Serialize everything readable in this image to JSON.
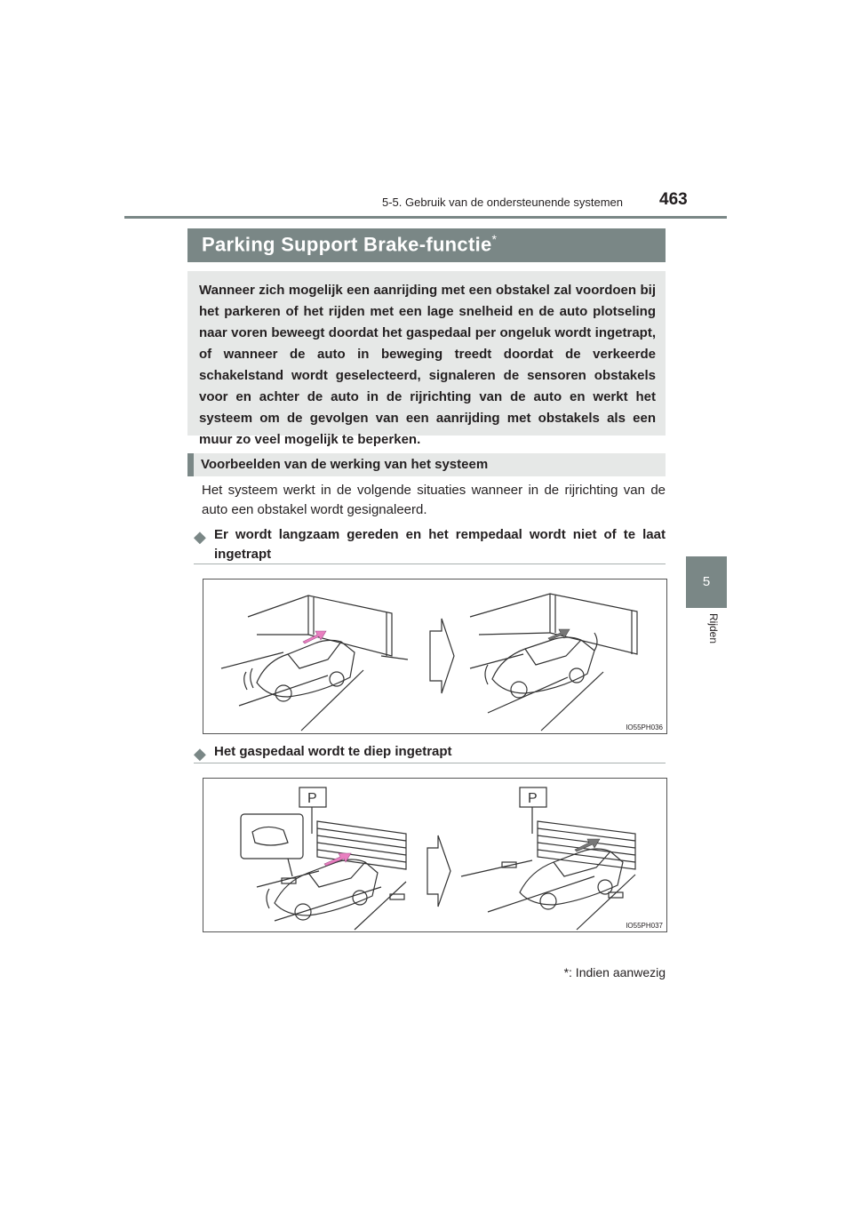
{
  "header": {
    "section": "5-5. Gebruik van de ondersteunende systemen",
    "page_number": "463"
  },
  "side_tab": {
    "number": "5",
    "label": "Rijden"
  },
  "title": {
    "text": "Parking Support Brake-functie",
    "mark": "*"
  },
  "intro": "Wanneer zich mogelijk een aanrijding met een obstakel zal voordoen bij het parkeren of het rijden met een lage snelheid en de auto plotseling naar voren beweegt doordat het gaspedaal per ongeluk wordt ingetrapt, of wanneer de auto in beweging treedt doordat de verkeerde schakelstand wordt geselecteerd, signaleren de sensoren obstakels voor en achter de auto in de rijrichting van de auto en werkt het systeem om de gevolgen van een aanrijding met obstakels als een muur zo veel mogelijk te beperken.",
  "subheading": "Voorbeelden van de werking van het systeem",
  "paragraph": "Het systeem werkt in de volgende situaties wanneer in de rijrichting van de auto een obstakel wordt gesignaleerd.",
  "cases": [
    {
      "heading": "Er wordt langzaam gereden en het rempedaal wordt niet of te laat ingetrapt",
      "figure_code": "IO55PH036"
    },
    {
      "heading": "Het gaspedaal wordt te diep ingetrapt",
      "figure_code": "IO55PH037"
    }
  ],
  "footnote": {
    "mark": "*",
    "text": ": Indien aanwezig"
  },
  "colors": {
    "accent_gray": "#7a8786",
    "box_gray": "#e6e8e7",
    "arrow_pink": "#e97fc0"
  }
}
